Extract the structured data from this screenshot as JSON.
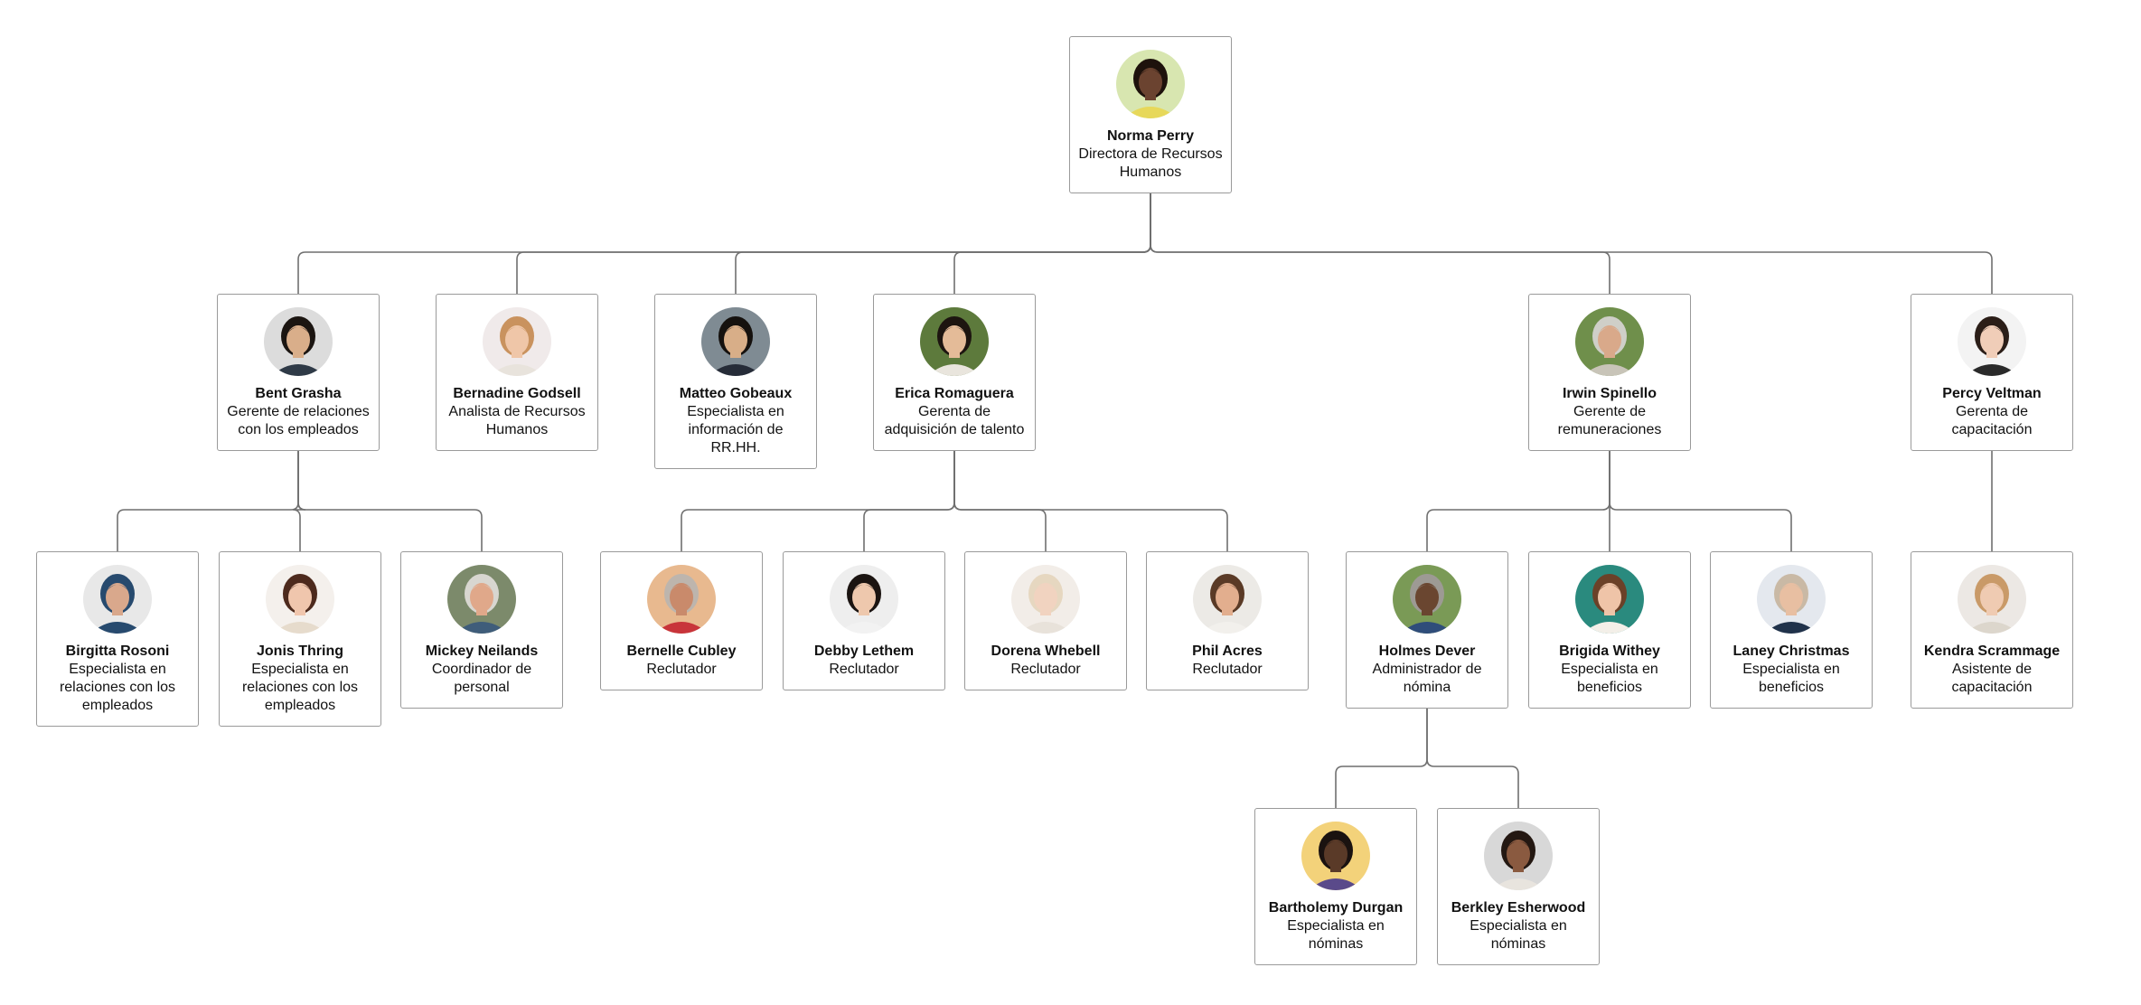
{
  "nodes": [
    {
      "id": "norma",
      "name": "Norma Perry",
      "title": "Directora de Recursos Humanos",
      "avatar": "woman-curly-hair-avatar",
      "skin": "#6b4330",
      "hair": "#1e120c",
      "bg": "#d8e6b0",
      "shirt": "#e7d85a"
    },
    {
      "id": "bent",
      "name": "Bent Grasha",
      "title": "Gerente de relaciones con los empleados",
      "avatar": "man-dark-hair-avatar",
      "skin": "#d9ae8a",
      "hair": "#1b1511",
      "bg": "#dcdcdc",
      "shirt": "#2f3a47"
    },
    {
      "id": "bernadine",
      "name": "Bernadine Godsell",
      "title": "Analista de Recursos Humanos",
      "avatar": "woman-blonde-hair-avatar",
      "skin": "#efc6a8",
      "hair": "#c9925e",
      "bg": "#f0eaea",
      "shirt": "#e8e3dc"
    },
    {
      "id": "matteo",
      "name": "Matteo Gobeaux",
      "title": "Especialista en información de RR.HH.",
      "avatar": "man-suit-avatar",
      "skin": "#d8ae88",
      "hair": "#15110e",
      "bg": "#7f8b93",
      "shirt": "#262c38"
    },
    {
      "id": "erica",
      "name": "Erica Romaguera",
      "title": "Gerenta de adquisición de talento",
      "avatar": "woman-dark-hair-avatar",
      "skin": "#e4bb98",
      "hair": "#1d1510",
      "bg": "#5d7a3c",
      "shirt": "#e9e5dd"
    },
    {
      "id": "irwin",
      "name": "Irwin Spinello",
      "title": "Gerente de remuneraciones",
      "avatar": "man-gray-hair-avatar",
      "skin": "#d9a98a",
      "hair": "#cfcfc8",
      "bg": "#6f8f4b",
      "shirt": "#c8c4b8"
    },
    {
      "id": "percy",
      "name": "Percy Veltman",
      "title": "Gerenta de capacitación",
      "avatar": "woman-long-dark-hair-avatar",
      "skin": "#f0cdb8",
      "hair": "#2b1e18",
      "bg": "#f3f3f3",
      "shirt": "#2a2a2a"
    },
    {
      "id": "birgitta",
      "name": "Birgitta Rosoni",
      "title": "Especialista en relaciones con los empleados",
      "avatar": "woman-hijab-avatar",
      "skin": "#d9a88c",
      "hair": "#274a6e",
      "bg": "#e8e8e8",
      "shirt": "#274a6e"
    },
    {
      "id": "jonis",
      "name": "Jonis Thring",
      "title": "Especialista en relaciones con los empleados",
      "avatar": "woman-brown-hair-avatar",
      "skin": "#f0c6ad",
      "hair": "#4d2a1d",
      "bg": "#f4f0ec",
      "shirt": "#e6dbcc"
    },
    {
      "id": "mickey",
      "name": "Mickey Neilands",
      "title": "Coordinador de personal",
      "avatar": "man-white-hair-avatar",
      "skin": "#e0a88a",
      "hair": "#d8d6d0",
      "bg": "#7c8a6b",
      "shirt": "#3f5d7a"
    },
    {
      "id": "bernelle",
      "name": "Bernelle Cubley",
      "title": "Reclutador",
      "avatar": "woman-gray-hair-avatar",
      "skin": "#c98a6b",
      "hair": "#bdb5ad",
      "bg": "#e8b98f",
      "shirt": "#c8343a"
    },
    {
      "id": "debby",
      "name": "Debby Lethem",
      "title": "Reclutador",
      "avatar": "woman-short-dark-hair-avatar",
      "skin": "#eec8ad",
      "hair": "#1b1411",
      "bg": "#eeeeee",
      "shirt": "#f2f2f2"
    },
    {
      "id": "dorena",
      "name": "Dorena Whebell",
      "title": "Reclutador",
      "avatar": "woman-light-hair-avatar",
      "skin": "#f1d3c0",
      "hair": "#e6d7c0",
      "bg": "#f2ede8",
      "shirt": "#e8e2da"
    },
    {
      "id": "phil",
      "name": "Phil Acres",
      "title": "Reclutador",
      "avatar": "man-beard-avatar",
      "skin": "#e2ae8e",
      "hair": "#5a3a26",
      "bg": "#eceae6",
      "shirt": "#f2f0ec"
    },
    {
      "id": "holmes",
      "name": "Holmes Dever",
      "title": "Administrador de nómina",
      "avatar": "man-beard-glasses-avatar",
      "skin": "#6a4630",
      "hair": "#9d9a94",
      "bg": "#7a9a56",
      "shirt": "#2f4d7a"
    },
    {
      "id": "brigida",
      "name": "Brigida Withey",
      "title": "Especialista en beneficios",
      "avatar": "woman-teal-bg-avatar",
      "skin": "#efc4a8",
      "hair": "#6b4128",
      "bg": "#2a8a7e",
      "shirt": "#f3efe8"
    },
    {
      "id": "laney",
      "name": "Laney Christmas",
      "title": "Especialista en beneficios",
      "avatar": "woman-short-light-hair-avatar",
      "skin": "#e8bfa2",
      "hair": "#c9b9a5",
      "bg": "#e4e8ee",
      "shirt": "#20324a"
    },
    {
      "id": "kendra",
      "name": "Kendra Scrammage",
      "title": "Asistente de capacitación",
      "avatar": "woman-blonde-long-hair-avatar",
      "skin": "#efcbb2",
      "hair": "#c99a68",
      "bg": "#ece8e4",
      "shirt": "#dcd6cc"
    },
    {
      "id": "bartholemy",
      "name": "Bartholemy Durgan",
      "title": "Especialista en nóminas",
      "avatar": "man-smiling-avatar",
      "skin": "#5a3a28",
      "hair": "#1a1210",
      "bg": "#f3d27a",
      "shirt": "#5a4a8a"
    },
    {
      "id": "berkley",
      "name": "Berkley Esherwood",
      "title": "Especialista en nóminas",
      "avatar": "woman-curly-afro-avatar",
      "skin": "#8a5a40",
      "hair": "#241812",
      "bg": "#d8d8d8",
      "shirt": "#e8e4de"
    }
  ],
  "reports": {
    "norma": [
      "bent",
      "bernadine",
      "matteo",
      "erica",
      "irwin",
      "percy"
    ],
    "bent": [
      "birgitta",
      "jonis",
      "mickey"
    ],
    "erica": [
      "bernelle",
      "debby",
      "dorena",
      "phil"
    ],
    "irwin": [
      "holmes",
      "brigida",
      "laney"
    ],
    "percy": [
      "kendra"
    ],
    "holmes": [
      "bartholemy",
      "berkley"
    ]
  },
  "colors": {
    "line": "#6f6f6f",
    "border": "#9a9a9a",
    "background": "#ffffff"
  }
}
